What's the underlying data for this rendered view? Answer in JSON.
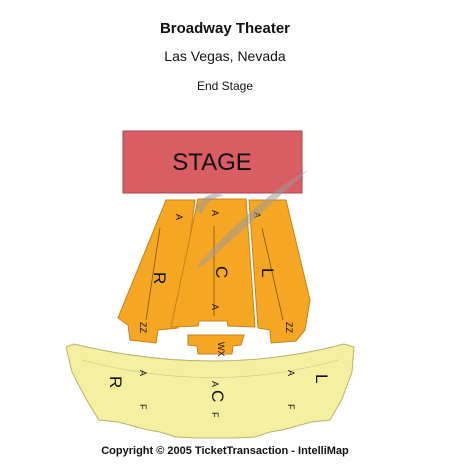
{
  "header": {
    "title": "Broadway Theater",
    "location": "Las Vegas, Nevada",
    "configuration": "End Stage"
  },
  "stage": {
    "label": "STAGE",
    "color": "#d95e63"
  },
  "colors": {
    "orchestra": "#f5a623",
    "orchestra_stroke": "#c7811a",
    "balcony": "#f5f0a0",
    "balcony_stroke": "#b8b270",
    "watermark": "#9a9a9a"
  },
  "sections": {
    "orchestra_left": {
      "name": "L",
      "first_row": "A",
      "last_row": "ZZ"
    },
    "orchestra_center": {
      "name": "C",
      "first_row": "A",
      "last_row": "A"
    },
    "orchestra_right": {
      "name": "R",
      "first_row": "A",
      "last_row": "ZZ"
    },
    "orchestra_rear": {
      "name": "WX"
    },
    "balcony_left": {
      "name": "L",
      "first_row": "A",
      "last_row": "F"
    },
    "balcony_center": {
      "name": "C",
      "first_row": "A",
      "last_row": "F"
    },
    "balcony_right": {
      "name": "R",
      "first_row": "A",
      "last_row": "F"
    }
  },
  "footer": {
    "copyright": "Copyright © 2005 TicketTransaction - IntelliMap"
  }
}
